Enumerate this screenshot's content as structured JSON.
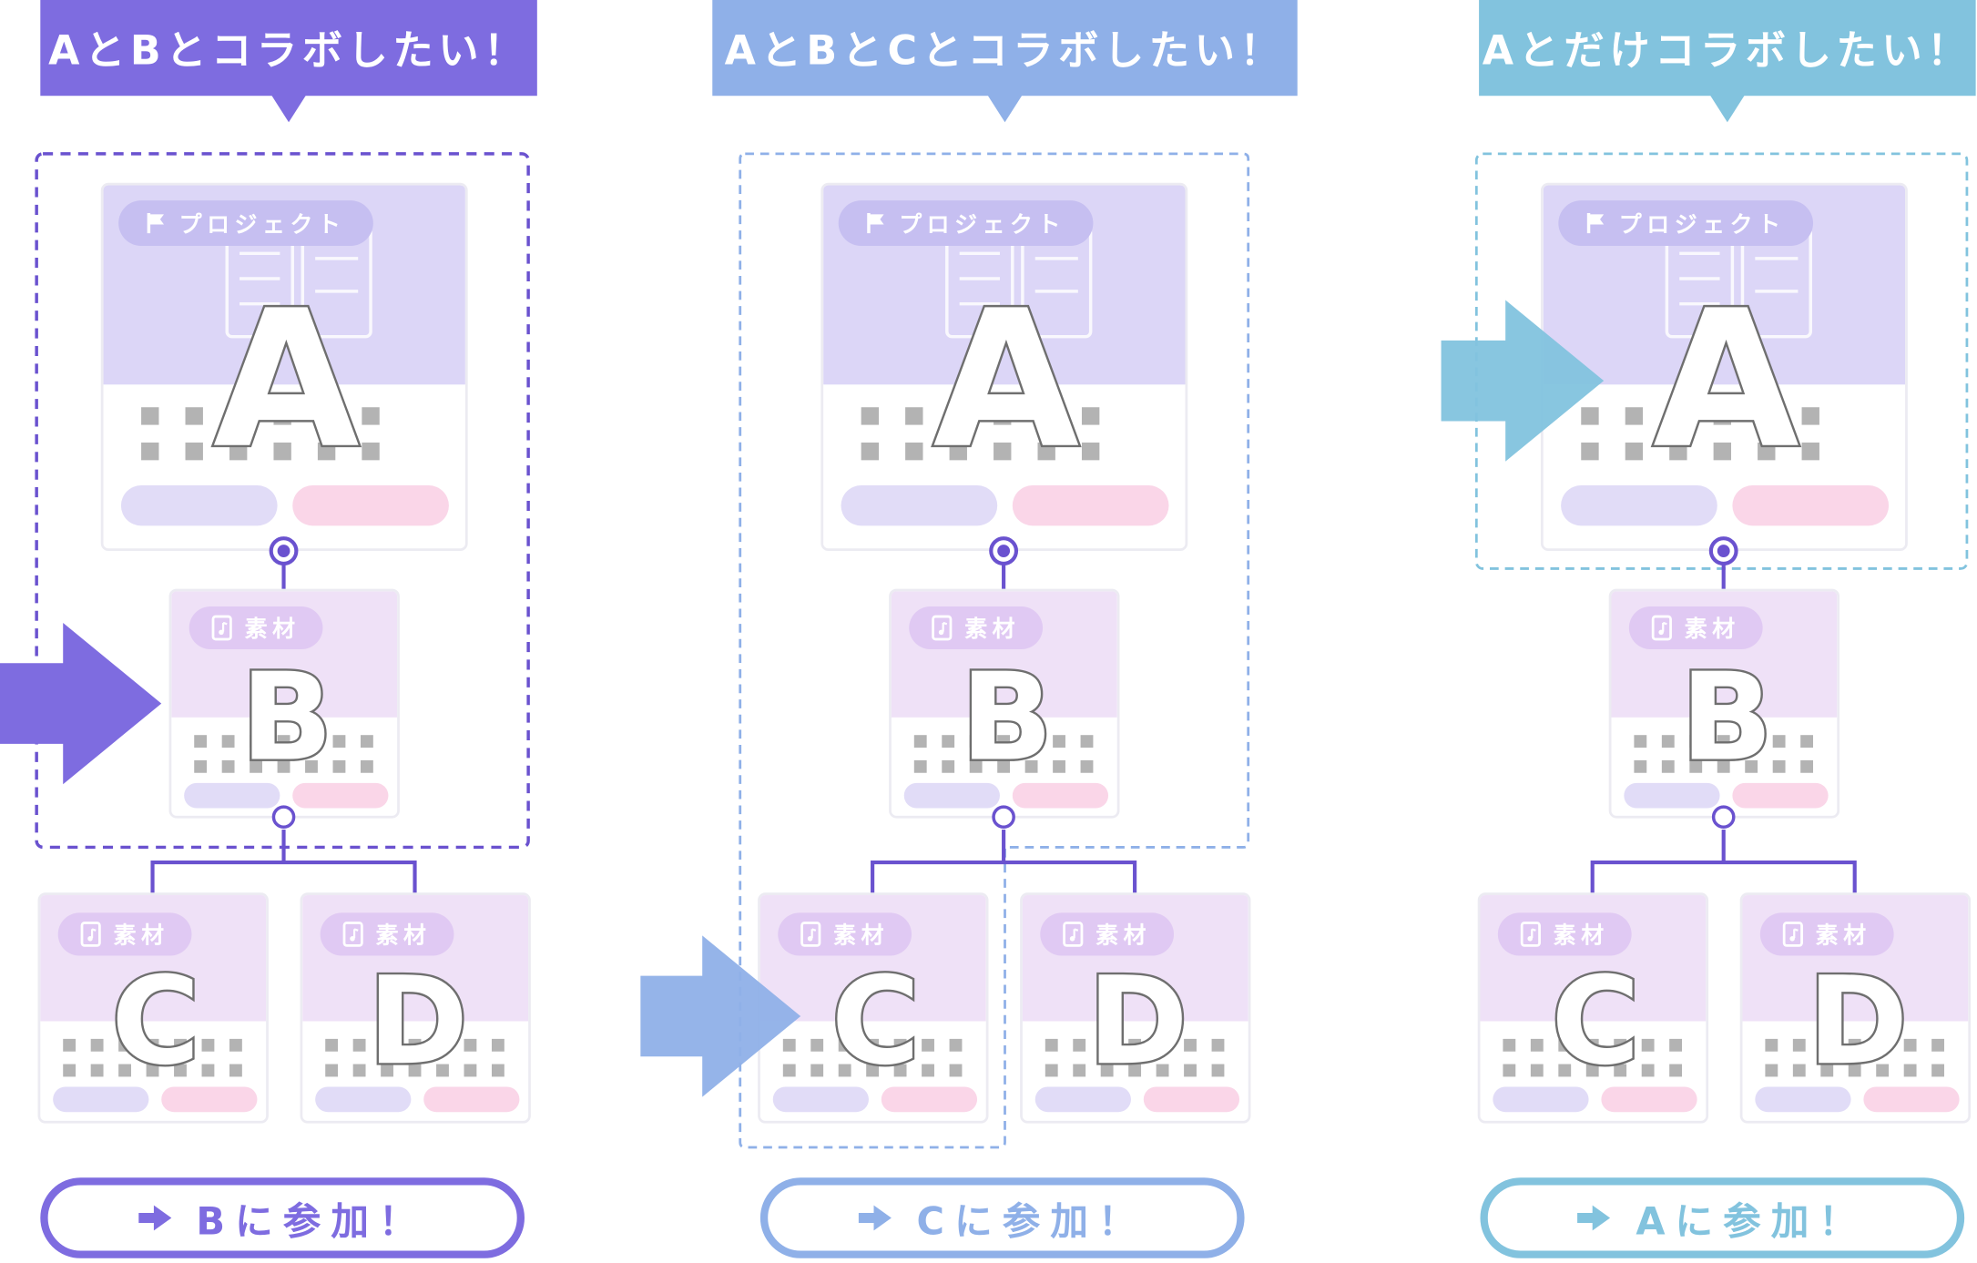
{
  "colors": {
    "panel1_accent": "#7e6ce0",
    "panel2_accent": "#8fb0e8",
    "panel3_accent": "#82c3de",
    "project_top": "#dcd6f7",
    "material_top": "#efe1f7",
    "tag_project": "#c6bff1",
    "tag_material": "#e0c9f3",
    "pill_lavender": "#e1dcf7",
    "pill_pink": "#fad6e8",
    "connector": "#6a52cf"
  },
  "icons": [
    "flag-icon",
    "music-file-icon",
    "arrow-right-icon"
  ],
  "panels": [
    {
      "banner": "AとBとコラボしたい！",
      "highlight": "A+B",
      "join_button": "Bに参加！",
      "nodes": {
        "A": {
          "tag": "プロジェクト",
          "letter": "A"
        },
        "B": {
          "tag": "素材",
          "letter": "B"
        },
        "C": {
          "tag": "素材",
          "letter": "C"
        },
        "D": {
          "tag": "素材",
          "letter": "D"
        }
      }
    },
    {
      "banner": "AとBとCとコラボしたい！",
      "highlight": "A+B+C",
      "join_button": "Cに参加！",
      "nodes": {
        "A": {
          "tag": "プロジェクト",
          "letter": "A"
        },
        "B": {
          "tag": "素材",
          "letter": "B"
        },
        "C": {
          "tag": "素材",
          "letter": "C"
        },
        "D": {
          "tag": "素材",
          "letter": "D"
        }
      }
    },
    {
      "banner": "Aとだけコラボしたい！",
      "highlight": "A",
      "join_button": "Aに参加！",
      "nodes": {
        "A": {
          "tag": "プロジェクト",
          "letter": "A"
        },
        "B": {
          "tag": "素材",
          "letter": "B"
        },
        "C": {
          "tag": "素材",
          "letter": "C"
        },
        "D": {
          "tag": "素材",
          "letter": "D"
        }
      }
    }
  ]
}
